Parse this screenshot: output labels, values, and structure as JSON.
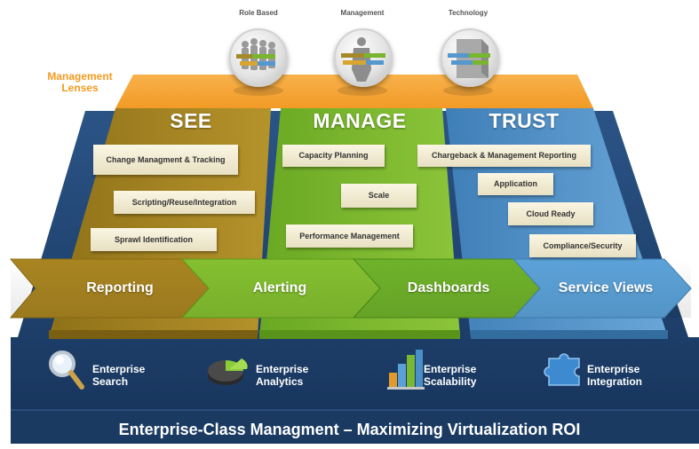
{
  "lenses": {
    "section_label": "Management Lenses",
    "items": [
      {
        "label": "Role Based",
        "icon": "people-group-icon"
      },
      {
        "label": "Management",
        "icon": "manager-icon"
      },
      {
        "label": "Technology",
        "icon": "server-icon"
      }
    ]
  },
  "columns": [
    {
      "title": "SEE",
      "color": "#a2831e",
      "cards": [
        "Change Managment & Tracking",
        "Scripting/Reuse/Integration",
        "Sprawl Identification"
      ]
    },
    {
      "title": "MANAGE",
      "color": "#7cb82c",
      "cards": [
        "Capacity Planning",
        "Scale",
        "Performance Management"
      ]
    },
    {
      "title": "TRUST",
      "color": "#4f92c6",
      "cards": [
        "Chargeback & Management Reporting",
        "Application",
        "Cloud Ready",
        "Compliance/Security"
      ]
    }
  ],
  "arrows": [
    {
      "label": "Reporting",
      "color": "#b08a22"
    },
    {
      "label": "Alerting",
      "color": "#7fbd2c"
    },
    {
      "label": "Dashboards",
      "color": "#6aaa28"
    },
    {
      "label": "Service Views",
      "color": "#5a9fd6"
    }
  ],
  "features": [
    {
      "line1": "Enterprise",
      "line2": "Search",
      "icon": "magnifier-icon"
    },
    {
      "line1": "Enterprise",
      "line2": "Analytics",
      "icon": "pie-chart-icon"
    },
    {
      "line1": "Enterprise",
      "line2": "Scalability",
      "icon": "bar-chart-icon"
    },
    {
      "line1": "Enterprise",
      "line2": "Integration",
      "icon": "puzzle-icon"
    }
  ],
  "footer": "Enterprise-Class Managment – Maximizing Virtualization ROI",
  "colors": {
    "navy": "#1d3e68",
    "orange": "#f5a73b"
  }
}
